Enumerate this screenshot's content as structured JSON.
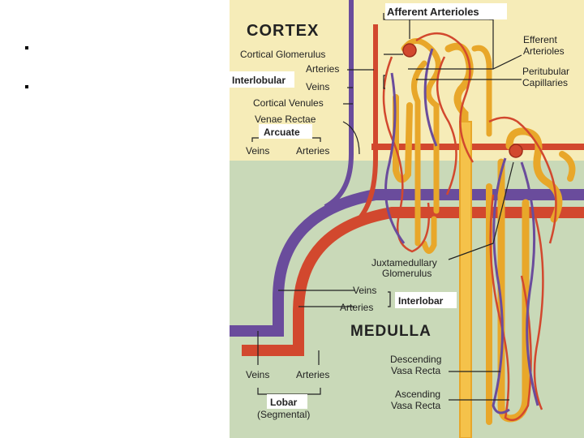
{
  "bullets": [
    "",
    ""
  ],
  "labels": {
    "afferent": "Afferent Arterioles",
    "cortex": "CORTEX",
    "cortical_glomerulus": "Cortical Glomerulus",
    "arteries_top": "Arteries",
    "interlobular": "Interlobular",
    "veins_top": "Veins",
    "cortical_venules": "Cortical Venules",
    "venae_rectae": "Venae Rectae",
    "arcuate": "Arcuate",
    "veins_arcuate": "Veins",
    "arteries_arcuate": "Arteries",
    "efferent_1": "Efferent",
    "efferent_2": "Arterioles",
    "peritubular_1": "Peritubular",
    "peritubular_2": "Capillaries",
    "juxta_1": "Juxtamedullary",
    "juxta_2": "Glomerulus",
    "veins_interlobar": "Veins",
    "arteries_interlobar": "Arteries",
    "interlobar": "Interlobar",
    "medulla": "MEDULLA",
    "descending_1": "Descending",
    "descending_2": "Vasa Recta",
    "ascending_1": "Ascending",
    "ascending_2": "Vasa Recta",
    "veins_lobar": "Veins",
    "arteries_lobar": "Arteries",
    "lobar": "Lobar",
    "segmental": "(Segmental)"
  },
  "colors": {
    "cortex_bg": "#f6ecb8",
    "medulla_bg": "#c9d9b8",
    "vein": "#6a4c9c",
    "artery": "#d2482e",
    "tubule": "#e8a72a",
    "tubule_light": "#f5c24a",
    "label_box": "#ffffff"
  }
}
